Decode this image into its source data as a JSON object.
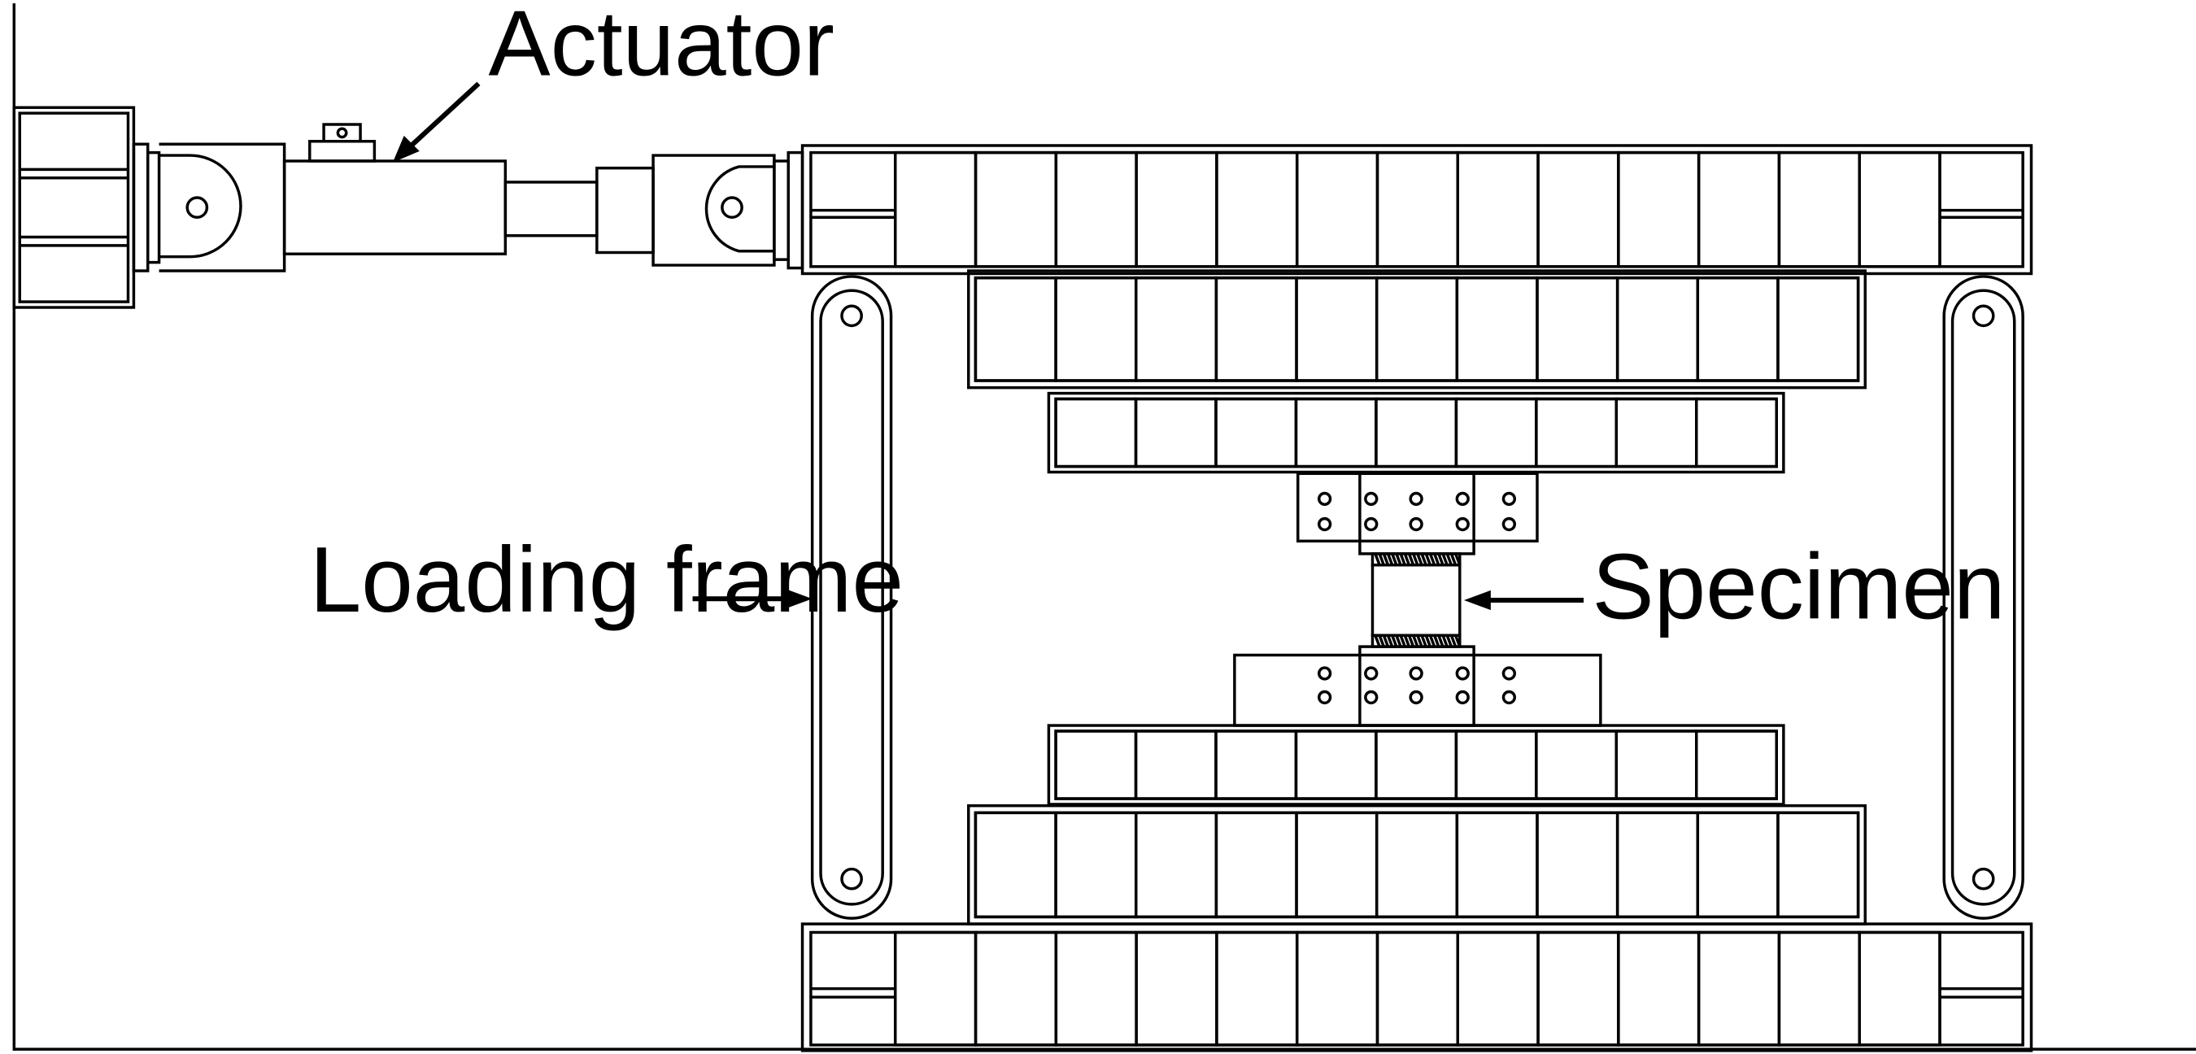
{
  "labels": {
    "actuator": "Actuator",
    "loading_frame": "Loading frame",
    "specimen": "Specimen"
  }
}
